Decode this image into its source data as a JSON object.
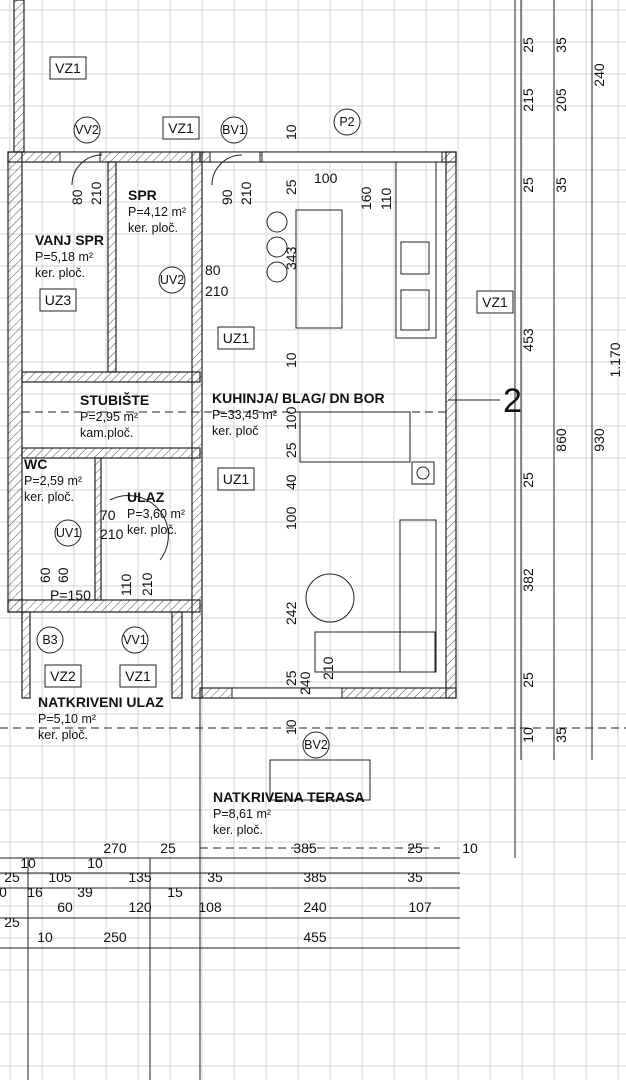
{
  "plan_label": "2",
  "rooms": [
    {
      "name": "VANJ SPR",
      "area": "P=5,18 m²",
      "floor": "ker. ploč."
    },
    {
      "name": "SPR",
      "area": "P=4,12 m²",
      "floor": "ker. ploč."
    },
    {
      "name": "STUBIŠTE",
      "area": "P=2,95 m²",
      "floor": "kam.ploč."
    },
    {
      "name": "KUHINJA/ BLAG/ DN BOR",
      "area": "P=33,45 m²",
      "floor": "ker. ploč"
    },
    {
      "name": "WC",
      "area": "P=2,59 m²",
      "floor": "ker. ploč."
    },
    {
      "name": "ULAZ",
      "area": "P=3,60 m²",
      "floor": "ker. ploč."
    },
    {
      "name": "NATKRIVENI ULAZ",
      "area": "P=5,10 m²",
      "floor": "ker. ploč."
    },
    {
      "name": "NATKRIVENA TERASA",
      "area": "P=8,61 m²",
      "floor": "ker. ploč."
    }
  ],
  "tags": [
    "VZ1",
    "VZ1",
    "UZ3",
    "UZ1",
    "VZ1",
    "UZ1",
    "VZ2",
    "VZ1"
  ],
  "markers": [
    "VV2",
    "BV1",
    "P2",
    "UV2",
    "UV1",
    "B3",
    "VV1",
    "BV2"
  ],
  "right_dims": {
    "col1": [
      "25",
      "215",
      "25",
      "453",
      "25",
      "382",
      "25",
      "10"
    ],
    "col2": [
      "35",
      "205",
      "35",
      "860",
      "35"
    ],
    "col3": [
      "240",
      "930"
    ],
    "col4": [
      "1.170"
    ]
  },
  "inner_dims": [
    "80",
    "210",
    "90",
    "210",
    "160",
    "110",
    "25",
    "100",
    "80",
    "210",
    "343",
    "10",
    "10",
    "100",
    "25",
    "40",
    "100",
    "242",
    "25",
    "240",
    "210",
    "10",
    "70",
    "210",
    "110",
    "210",
    "60",
    "60",
    "P=150"
  ],
  "bottom_dims": {
    "row1": [
      "270",
      "25",
      "385",
      "25",
      "10"
    ],
    "row2": [
      "10",
      "10"
    ],
    "row3": [
      "25",
      "105",
      "135",
      "35",
      "385",
      "35"
    ],
    "row4": [
      "0",
      "16",
      "39",
      "15"
    ],
    "row5": [
      "60",
      "120",
      "108",
      "240",
      "107"
    ],
    "row6": [
      "25"
    ],
    "row7": [
      "10",
      "250",
      "455"
    ]
  }
}
